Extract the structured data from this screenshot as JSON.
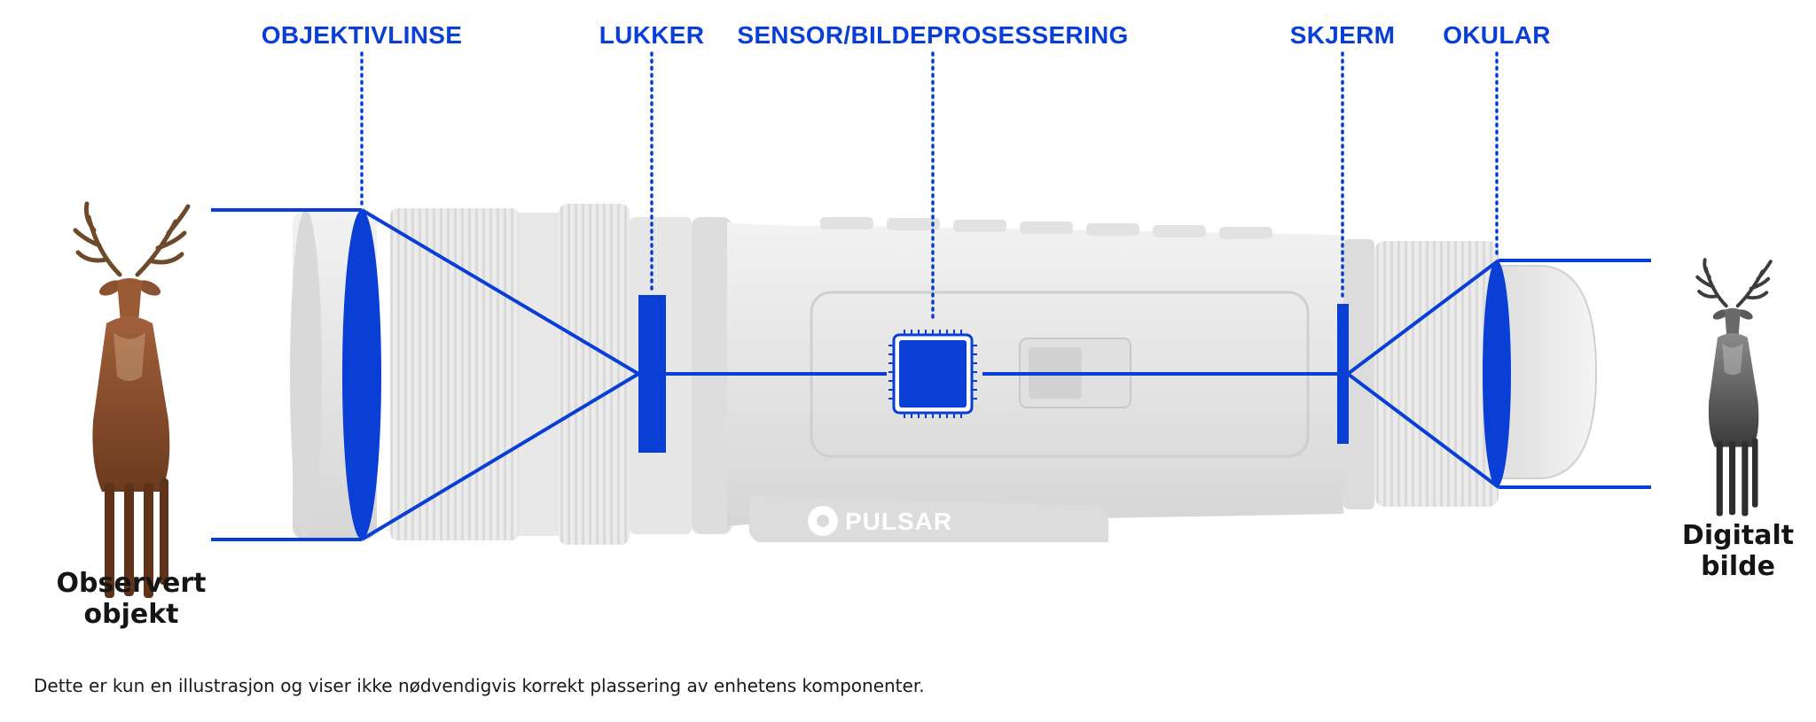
{
  "labels": {
    "objective": "OBJEKTIVLINSE",
    "shutter": "LUKKER",
    "sensor": "SENSOR/BILDEPROSESSERING",
    "display": "SKJERM",
    "eyepiece": "OKULAR"
  },
  "captions": {
    "observed_line1": "Observert",
    "observed_line2": "objekt",
    "digital_line1": "Digitalt",
    "digital_line2": "bilde"
  },
  "brand": "PULSAR",
  "disclaimer": "Dette er kun en illustrasjon og viser ikke nødvendigvis korrekt plassering av enhetens komponenter.",
  "colors": {
    "accent": "#0a3fd6",
    "device_body": "#e6e6e6",
    "text": "#151515"
  },
  "icons": {
    "observed_object": "deer-color-icon",
    "digital_image": "deer-grayscale-icon",
    "sensor": "chip-icon"
  }
}
